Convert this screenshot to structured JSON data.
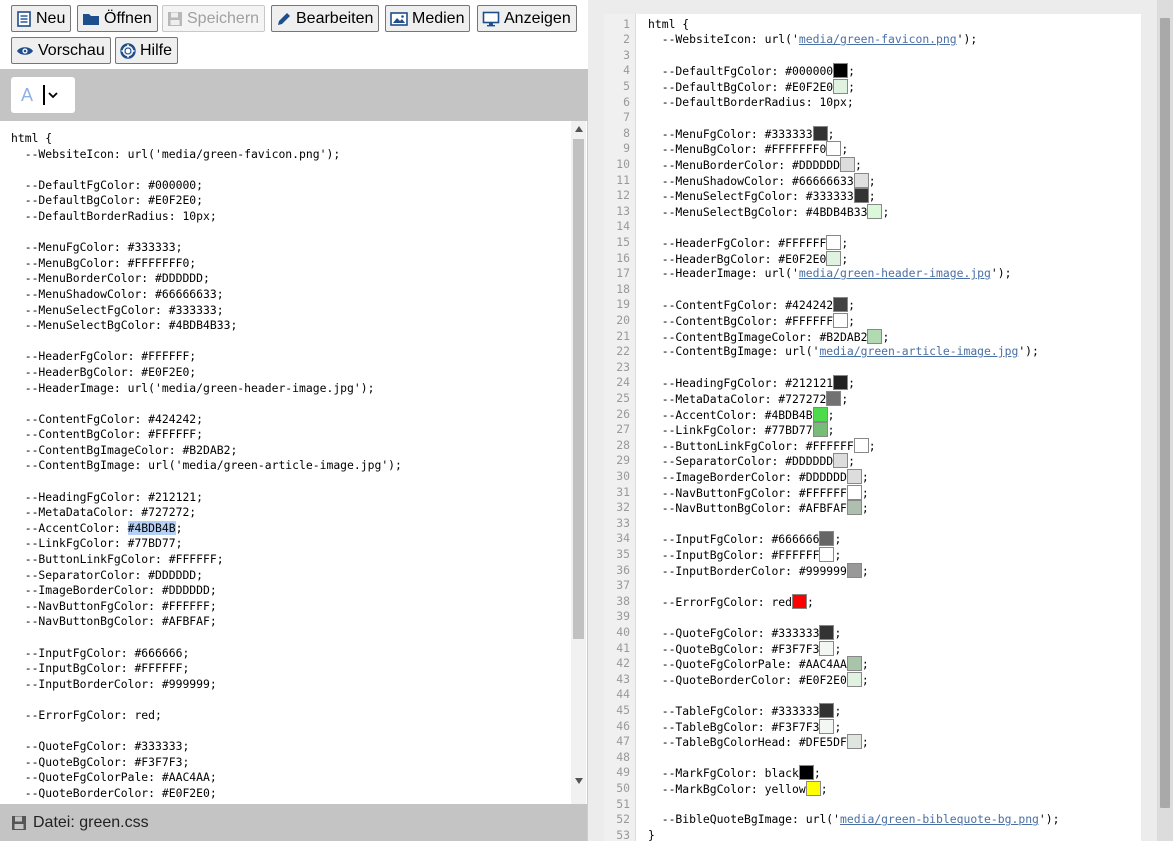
{
  "toolbar": {
    "new_label": "Neu",
    "open_label": "Öffnen",
    "save_label": "Speichern",
    "edit_label": "Bearbeiten",
    "media_label": "Medien",
    "view_label": "Anzeigen",
    "preview_label": "Vorschau",
    "help_label": "Hilfe"
  },
  "format_dropdown": {
    "selected": "A"
  },
  "editor": {
    "lines": [
      "html {",
      "  --WebsiteIcon: url('media/green-favicon.png');",
      "",
      "  --DefaultFgColor: #000000;",
      "  --DefaultBgColor: #E0F2E0;",
      "  --DefaultBorderRadius: 10px;",
      "",
      "  --MenuFgColor: #333333;",
      "  --MenuBgColor: #FFFFFFF0;",
      "  --MenuBorderColor: #DDDDDD;",
      "  --MenuShadowColor: #66666633;",
      "  --MenuSelectFgColor: #333333;",
      "  --MenuSelectBgColor: #4BDB4B33;",
      "",
      "  --HeaderFgColor: #FFFFFF;",
      "  --HeaderBgColor: #E0F2E0;",
      "  --HeaderImage: url('media/green-header-image.jpg');",
      "",
      "  --ContentFgColor: #424242;",
      "  --ContentBgColor: #FFFFFF;",
      "  --ContentBgImageColor: #B2DAB2;",
      "  --ContentBgImage: url('media/green-article-image.jpg');",
      "",
      "  --HeadingFgColor: #212121;",
      "  --MetaDataColor: #727272;",
      "  --AccentColor: #4BDB4B;",
      "  --LinkFgColor: #77BD77;",
      "  --ButtonLinkFgColor: #FFFFFF;",
      "  --SeparatorColor: #DDDDDD;",
      "  --ImageBorderColor: #DDDDDD;",
      "  --NavButtonFgColor: #FFFFFF;",
      "  --NavButtonBgColor: #AFBFAF;",
      "",
      "  --InputFgColor: #666666;",
      "  --InputBgColor: #FFFFFF;",
      "  --InputBorderColor: #999999;",
      "",
      "  --ErrorFgColor: red;",
      "",
      "  --QuoteFgColor: #333333;",
      "  --QuoteBgColor: #F3F7F3;",
      "  --QuoteFgColorPale: #AAC4AA;",
      "  --QuoteBorderColor: #E0F2E0;"
    ],
    "highlighted_text": "#4BDB4B"
  },
  "status": {
    "file_label": "Datei: green.css"
  },
  "preview": {
    "lines": [
      {
        "n": "1",
        "pre": "html {"
      },
      {
        "n": "2",
        "pre": "  --WebsiteIcon: url('",
        "link": "media/green-favicon.png",
        "post": "');"
      },
      {
        "n": "3",
        "pre": ""
      },
      {
        "n": "4",
        "pre": "  --DefaultFgColor: #000000",
        "swatch": "#000000",
        "post": ";"
      },
      {
        "n": "5",
        "pre": "  --DefaultBgColor: #E0F2E0",
        "swatch": "#E0F2E0",
        "post": ";"
      },
      {
        "n": "6",
        "pre": "  --DefaultBorderRadius: 10px;"
      },
      {
        "n": "7",
        "pre": ""
      },
      {
        "n": "8",
        "pre": "  --MenuFgColor: #333333",
        "swatch": "#333333",
        "post": ";"
      },
      {
        "n": "9",
        "pre": "  --MenuBgColor: #FFFFFFF0",
        "swatch": "#FFFFFF",
        "post": ";"
      },
      {
        "n": "10",
        "pre": "  --MenuBorderColor: #DDDDDD",
        "swatch": "#DDDDDD",
        "post": ";"
      },
      {
        "n": "11",
        "pre": "  --MenuShadowColor: #66666633",
        "swatch": "#E0E0E0",
        "post": ";"
      },
      {
        "n": "12",
        "pre": "  --MenuSelectFgColor: #333333",
        "swatch": "#333333",
        "post": ";"
      },
      {
        "n": "13",
        "pre": "  --MenuSelectBgColor: #4BDB4B33",
        "swatch": "#DBF8DB",
        "post": ";"
      },
      {
        "n": "14",
        "pre": ""
      },
      {
        "n": "15",
        "pre": "  --HeaderFgColor: #FFFFFF",
        "swatch": "#FFFFFF",
        "post": ";"
      },
      {
        "n": "16",
        "pre": "  --HeaderBgColor: #E0F2E0",
        "swatch": "#E0F2E0",
        "post": ";"
      },
      {
        "n": "17",
        "pre": "  --HeaderImage: url('",
        "link": "media/green-header-image.jpg",
        "post": "');"
      },
      {
        "n": "18",
        "pre": ""
      },
      {
        "n": "19",
        "pre": "  --ContentFgColor: #424242",
        "swatch": "#424242",
        "post": ";"
      },
      {
        "n": "20",
        "pre": "  --ContentBgColor: #FFFFFF",
        "swatch": "#FFFFFF",
        "post": ";"
      },
      {
        "n": "21",
        "pre": "  --ContentBgImageColor: #B2DAB2",
        "swatch": "#B2DAB2",
        "post": ";"
      },
      {
        "n": "22",
        "pre": "  --ContentBgImage: url('",
        "link": "media/green-article-image.jpg",
        "post": "');"
      },
      {
        "n": "23",
        "pre": ""
      },
      {
        "n": "24",
        "pre": "  --HeadingFgColor: #212121",
        "swatch": "#212121",
        "post": ";"
      },
      {
        "n": "25",
        "pre": "  --MetaDataColor: #727272",
        "swatch": "#727272",
        "post": ";"
      },
      {
        "n": "26",
        "pre": "  --AccentColor: #4BDB4B",
        "swatch": "#4BDB4B",
        "post": ";"
      },
      {
        "n": "27",
        "pre": "  --LinkFgColor: #77BD77",
        "swatch": "#77BD77",
        "post": ";"
      },
      {
        "n": "28",
        "pre": "  --ButtonLinkFgColor: #FFFFFF",
        "swatch": "#FFFFFF",
        "post": ";"
      },
      {
        "n": "29",
        "pre": "  --SeparatorColor: #DDDDDD",
        "swatch": "#DDDDDD",
        "post": ";"
      },
      {
        "n": "30",
        "pre": "  --ImageBorderColor: #DDDDDD",
        "swatch": "#DDDDDD",
        "post": ";"
      },
      {
        "n": "31",
        "pre": "  --NavButtonFgColor: #FFFFFF",
        "swatch": "#FFFFFF",
        "post": ";"
      },
      {
        "n": "32",
        "pre": "  --NavButtonBgColor: #AFBFAF",
        "swatch": "#AFBFAF",
        "post": ";"
      },
      {
        "n": "33",
        "pre": ""
      },
      {
        "n": "34",
        "pre": "  --InputFgColor: #666666",
        "swatch": "#666666",
        "post": ";"
      },
      {
        "n": "35",
        "pre": "  --InputBgColor: #FFFFFF",
        "swatch": "#FFFFFF",
        "post": ";"
      },
      {
        "n": "36",
        "pre": "  --InputBorderColor: #999999",
        "swatch": "#999999",
        "post": ";"
      },
      {
        "n": "37",
        "pre": ""
      },
      {
        "n": "38",
        "pre": "  --ErrorFgColor: red",
        "swatch": "#FF0000",
        "post": ";"
      },
      {
        "n": "39",
        "pre": ""
      },
      {
        "n": "40",
        "pre": "  --QuoteFgColor: #333333",
        "swatch": "#333333",
        "post": ";"
      },
      {
        "n": "41",
        "pre": "  --QuoteBgColor: #F3F7F3",
        "swatch": "#F3F7F3",
        "post": ";"
      },
      {
        "n": "42",
        "pre": "  --QuoteFgColorPale: #AAC4AA",
        "swatch": "#AAC4AA",
        "post": ";"
      },
      {
        "n": "43",
        "pre": "  --QuoteBorderColor: #E0F2E0",
        "swatch": "#E0F2E0",
        "post": ";"
      },
      {
        "n": "44",
        "pre": ""
      },
      {
        "n": "45",
        "pre": "  --TableFgColor: #333333",
        "swatch": "#333333",
        "post": ";"
      },
      {
        "n": "46",
        "pre": "  --TableBgColor: #F3F7F3",
        "swatch": "#F3F7F3",
        "post": ";"
      },
      {
        "n": "47",
        "pre": "  --TableBgColorHead: #DFE5DF",
        "swatch": "#DFE5DF",
        "post": ";"
      },
      {
        "n": "48",
        "pre": ""
      },
      {
        "n": "49",
        "pre": "  --MarkFgColor: black",
        "swatch": "#000000",
        "post": ";"
      },
      {
        "n": "50",
        "pre": "  --MarkBgColor: yellow",
        "swatch": "#FFFF00",
        "post": ";"
      },
      {
        "n": "51",
        "pre": ""
      },
      {
        "n": "52",
        "pre": "  --BibleQuoteBgImage: url('",
        "link": "media/green-biblequote-bg.png",
        "post": "');"
      },
      {
        "n": "53",
        "pre": "}"
      }
    ]
  }
}
